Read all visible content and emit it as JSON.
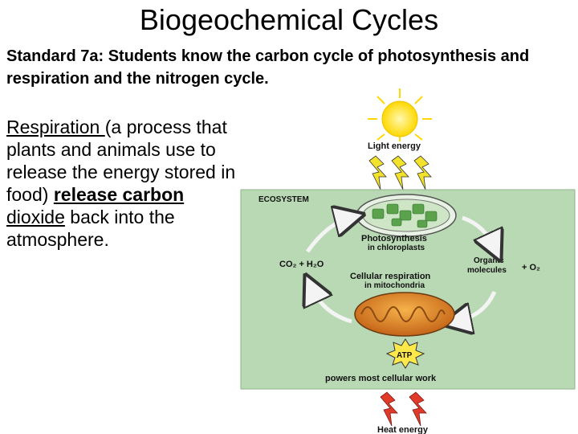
{
  "title": "Biogeochemical Cycles",
  "standard": "Standard 7a: Students know the carbon cycle of photosynthesis and respiration and the nitrogen cycle.",
  "body": {
    "term": "Respiration ",
    "definition": "(a process that plants and animals use to release the energy stored in food) ",
    "emphasis_1": "release carbon",
    "emphasis_2": "dioxide",
    "rest": " back into the atmosphere."
  },
  "diagram": {
    "light_energy": "Light energy",
    "ecosystem": "ECOSYSTEM",
    "photosynthesis": "Photosynthesis",
    "in_chloroplasts": "in chloroplasts",
    "co2_h2o": "CO₂ + H₂O",
    "organic": "Organic",
    "molecules": "molecules",
    "plus_o2": "+ O₂",
    "cellular_respiration": "Cellular respiration",
    "in_mitochondria": "in mitochondria",
    "atp": "ATP",
    "powers": "powers most cellular work",
    "heat_energy": "Heat energy",
    "colors": {
      "ecosystem_bg": "#b9d9b4",
      "sun": "#ffe94a",
      "bolt": "#f2e22c",
      "heat_bolt": "#e23a2a",
      "mito": "#e08a2a",
      "chloro": "#7dbf6a"
    }
  }
}
